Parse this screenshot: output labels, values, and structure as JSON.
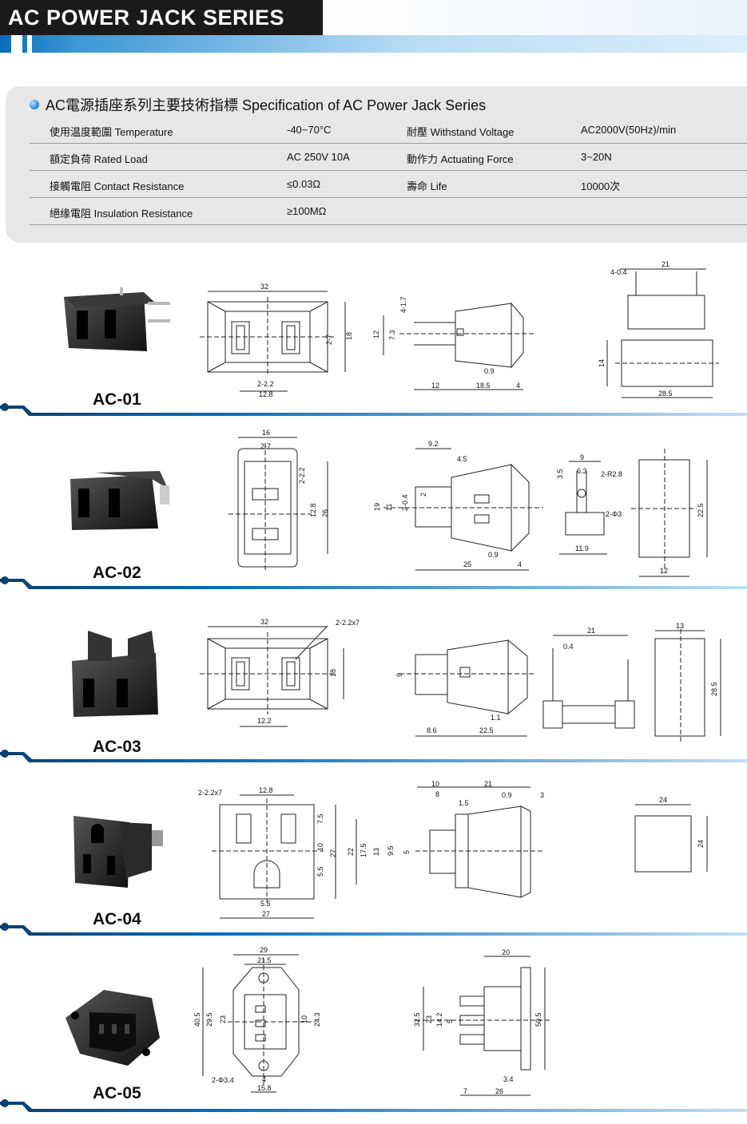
{
  "header": {
    "title": "AC POWER JACK SERIES"
  },
  "spec": {
    "title": "AC電源插座系列主要技術指標  Specification of AC Power Jack Series",
    "rows": [
      {
        "label1": "使用温度範圍 Temperature",
        "value1": "-40~70°C",
        "label2": "耐壓 Withstand Voltage",
        "value2": "AC2000V(50Hz)/min"
      },
      {
        "label1": "額定負荷 Rated Load",
        "value1": "AC 250V 10A",
        "label2": "動作力 Actuating Force",
        "value2": "3~20N"
      },
      {
        "label1": "接觸電阻 Contact Resistance",
        "value1": "≤0.03Ω",
        "label2": "壽命 Life",
        "value2": "10000次"
      },
      {
        "label1": "絕缘電阻 Insulation Resistance",
        "value1": "≥100MΩ",
        "label2": "",
        "value2": ""
      }
    ]
  },
  "models": [
    {
      "name": "AC-01",
      "dims": {
        "w": "32",
        "h": "18",
        "slot": "2-7",
        "pin": "2-2.2",
        "pitch": "12.8",
        "side_a": "12",
        "side_b": "18.5",
        "side_c": "4",
        "side_d": "0.9",
        "side_e": "4-1.7",
        "side_f": "7.3",
        "side_g": "12",
        "top_w": "21",
        "top_pin": "4-0.4",
        "bot_w": "28.5",
        "bot_h": "14"
      }
    },
    {
      "name": "AC-02",
      "dims": {
        "w": "16",
        "slot": "2-7",
        "pin": "2-2.2",
        "pitch": "12.8",
        "h": "26",
        "s1": "9.2",
        "s2": "4.5",
        "s3": "2-0.4",
        "s4": "2",
        "s5": "19",
        "s6": "11",
        "s7": "25",
        "s8": "0.9",
        "s9": "4",
        "p1": "9",
        "p2": "6.3",
        "p3": "3.5",
        "p4": "2-R2.8",
        "p5": "2-Φ3",
        "p6": "11.9",
        "r1": "22.5",
        "r2": "12"
      }
    },
    {
      "name": "AC-03",
      "dims": {
        "w": "32",
        "slot": "2-2.2x7",
        "h": "18",
        "pitch": "12.2",
        "s1": "9",
        "s2": "8.6",
        "s3": "22.5",
        "s4": "1.1",
        "t1": "21",
        "t2": "0.4",
        "r1": "13",
        "r2": "28.5"
      }
    },
    {
      "name": "AC-04",
      "dims": {
        "slot": "2-2.2x7",
        "w1": "12.8",
        "v1": "7.5",
        "v2": "10",
        "v3": "5.5",
        "h": "27",
        "h2": "22",
        "g": "5.5",
        "w": "27",
        "s1": "10",
        "s2": "21",
        "s3": "8",
        "s4": "1.5",
        "s5": "0.9",
        "s6": "3",
        "s7": "17.5",
        "s8": "13",
        "s9": "9.5",
        "s10": "5",
        "r1": "24",
        "r2": "24"
      }
    },
    {
      "name": "AC-05",
      "dims": {
        "w1": "29",
        "w2": "21.5",
        "h1": "40.5",
        "h2": "29.5",
        "h3": "23",
        "h4": "10",
        "h5": "24.3",
        "hole": "2-Φ3.4",
        "b1": "4",
        "b2": "15.8",
        "s1": "20",
        "s2": "32.5",
        "s3": "23",
        "s4": "14.2",
        "s5": "5",
        "s6": "50.5",
        "s7": "3.4",
        "s8": "7",
        "s9": "26"
      }
    }
  ],
  "colors": {
    "accent": "#0b6db8",
    "header_bg": "#1a1a1a",
    "spec_bg": "#e7e7e7"
  }
}
